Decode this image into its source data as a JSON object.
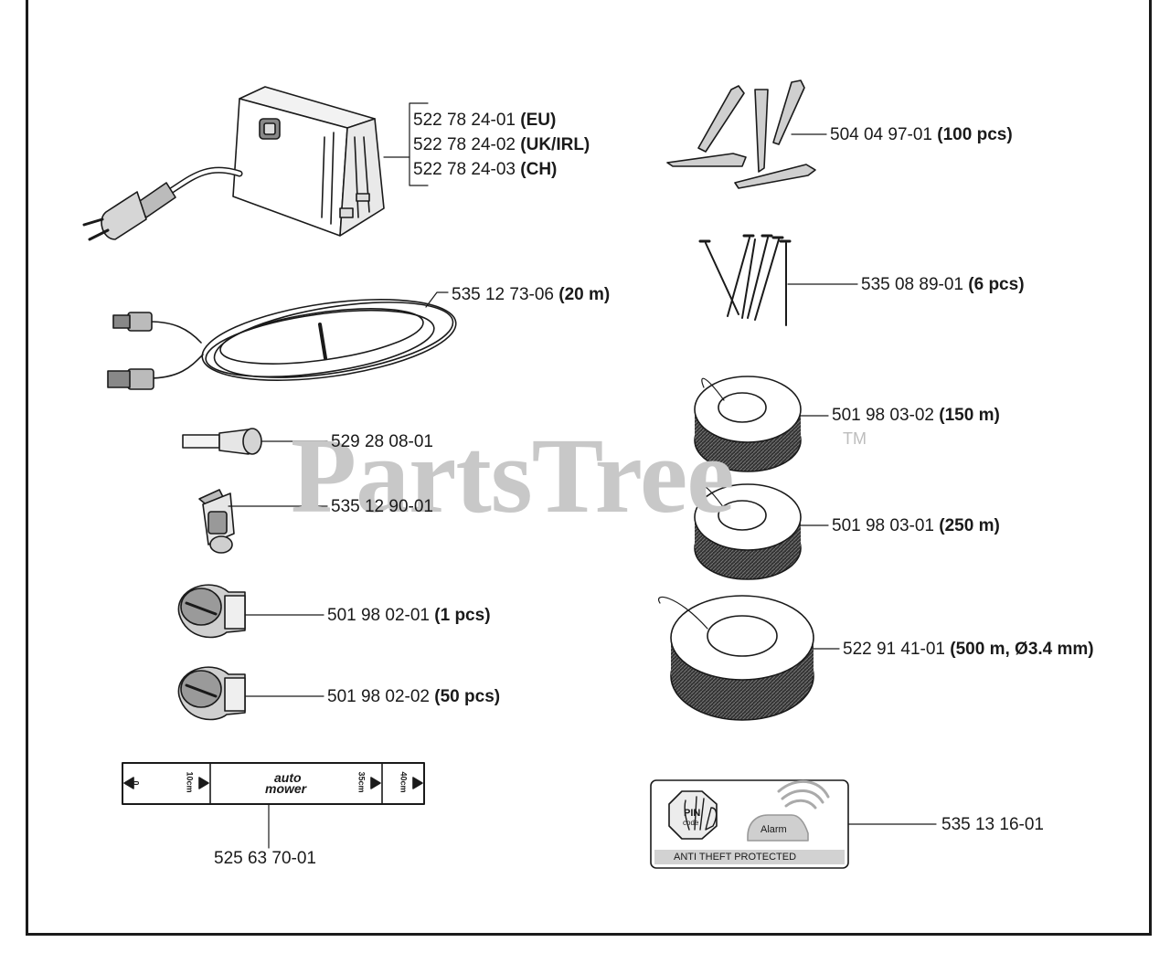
{
  "watermark": {
    "text": "PartsTree",
    "tm": "TM"
  },
  "parts": {
    "power_supply": [
      {
        "num": "522 78 24-01",
        "note": "(EU)"
      },
      {
        "num": "522 78 24-02",
        "note": "(UK/IRL)"
      },
      {
        "num": "522 78 24-03",
        "note": "(CH)"
      }
    ],
    "low_voltage_cable": {
      "num": "535 12 73-06",
      "note": "(20 m)"
    },
    "connector": {
      "num": "529 28 08-01"
    },
    "coupler": {
      "num": "535 12 90-01"
    },
    "splice_1": {
      "num": "501 98 02-01",
      "note": "(1 pcs)"
    },
    "splice_50": {
      "num": "501 98 02-02",
      "note": "(50 pcs)"
    },
    "gauge": {
      "num": "525 63 70-01",
      "marks": [
        "0",
        "10cm",
        "35cm",
        "40cm"
      ],
      "brand_top": "auto",
      "brand_bottom": "mower"
    },
    "pegs": {
      "num": "504 04 97-01",
      "note": "(100 pcs)"
    },
    "nails": {
      "num": "535 08 89-01",
      "note": "(6 pcs)"
    },
    "wire_150": {
      "num": "501 98 03-02",
      "note": "(150 m)"
    },
    "wire_250": {
      "num": "501 98 03-01",
      "note": "(250 m)"
    },
    "wire_500": {
      "num": "522 91 41-01",
      "note": "(500 m, Ø3.4 mm)"
    },
    "sticker": {
      "num": "535 13 16-01",
      "pin": "PIN",
      "code": "code",
      "alarm": "Alarm",
      "caption": "ANTI THEFT PROTECTED"
    }
  }
}
